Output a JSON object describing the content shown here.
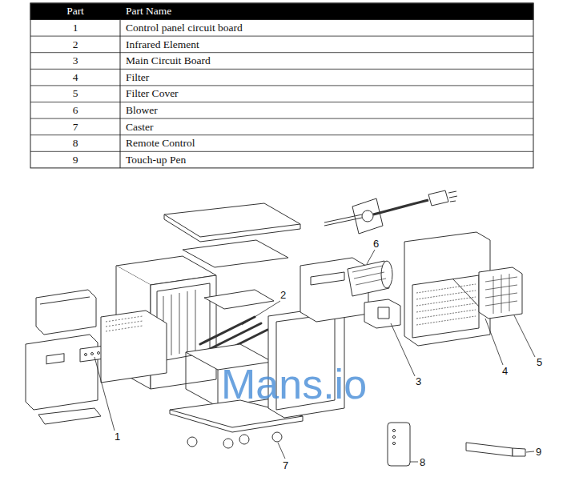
{
  "diagram": {
    "labels": [
      "Part",
      "Part Name",
      "1",
      "Control panel circuit board",
      "2",
      "Infrared Element",
      "3",
      "Main Circuit Board",
      "4",
      "Filter",
      "5",
      "Filter Cover",
      "6",
      "Blower",
      "7",
      "Caster",
      "8",
      "Remote Control",
      "9",
      "Touch-up Pen",
      "6",
      "2",
      "3",
      "4",
      "5",
      "1",
      "7",
      "8",
      "9",
      "Mans.io"
    ]
  }
}
